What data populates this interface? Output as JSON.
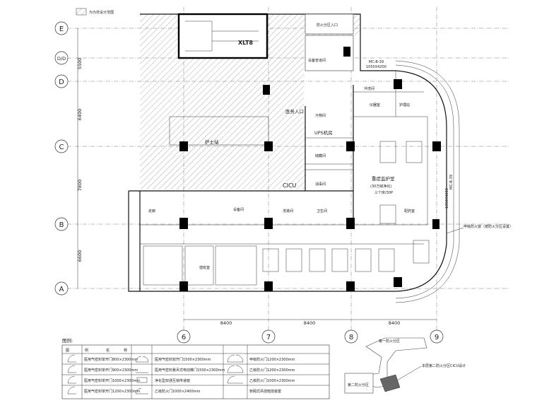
{
  "hatch_legend": "为为非设计范围",
  "grid": {
    "rows": [
      "E",
      "D/D",
      "D",
      "C",
      "B",
      "A"
    ],
    "cols": [
      "6",
      "7",
      "8",
      "9"
    ],
    "left_dims": [
      "5500",
      "6400",
      "7800",
      "6600"
    ],
    "bottom_dims": [
      "8400",
      "8400",
      "8400"
    ]
  },
  "rooms": {
    "xlt8": "XLT8",
    "guard_room": "设备管道间",
    "room_top_right": "防火分区入口",
    "nurse_station": "护士站",
    "medical_entrance": "医务入口",
    "cicu": "CICU",
    "ups_room": "UPS机房",
    "dirty_room": "污物间",
    "storage_room": "储藏间",
    "instrument_room": "仪器室",
    "disinfect_room": "消毒间",
    "flush_room": "冲洗间",
    "icu_main": "重症监护室",
    "icu_note": "(30万级净化)",
    "icu_capacity": "三个床/30P",
    "nurse_office": "护理站",
    "lab_room": "配药室",
    "corridor_room": "走廊",
    "equipment_room": "设备间",
    "wash_room": "洗漱间",
    "toilet_room": "卫生间",
    "doctor_room": "值班室",
    "mc_top": "MC-B-39",
    "mc_top_size": "1050X4200",
    "mc_right": "MC-B-39",
    "mc_right_size": "1050X4200",
    "annotation_right": "甲级防火窗（按防火分区设置）"
  },
  "legend": {
    "title": "图例:",
    "headers": [
      "图",
      "例",
      "名",
      "称"
    ],
    "rows": [
      [
        "医用气密封单开门800×2300mm",
        "医用气密封双开门1500×2300mm",
        "甲级防火门1200×2300mm"
      ],
      [
        "医用气密封单开门900×2300mm",
        "医用气密封悬吊式电动推门1500×2300mm",
        "乙级防火门1200×2300mm"
      ],
      [
        "医用气密封单开门1000×2300mm",
        "净化型双通互锁传递窗",
        "乙级防火门1000×2300mm"
      ],
      [
        "医用气密封单开门1200×2300mm",
        "乙级防火门1000×2400mm",
        "轿厢式吊挂暗挂装置"
      ]
    ]
  },
  "key_plan": {
    "label_top": "第一防火分区",
    "label_mid": "本层第二防火分区CICU设计",
    "label_bottom": "第二防火分区"
  }
}
